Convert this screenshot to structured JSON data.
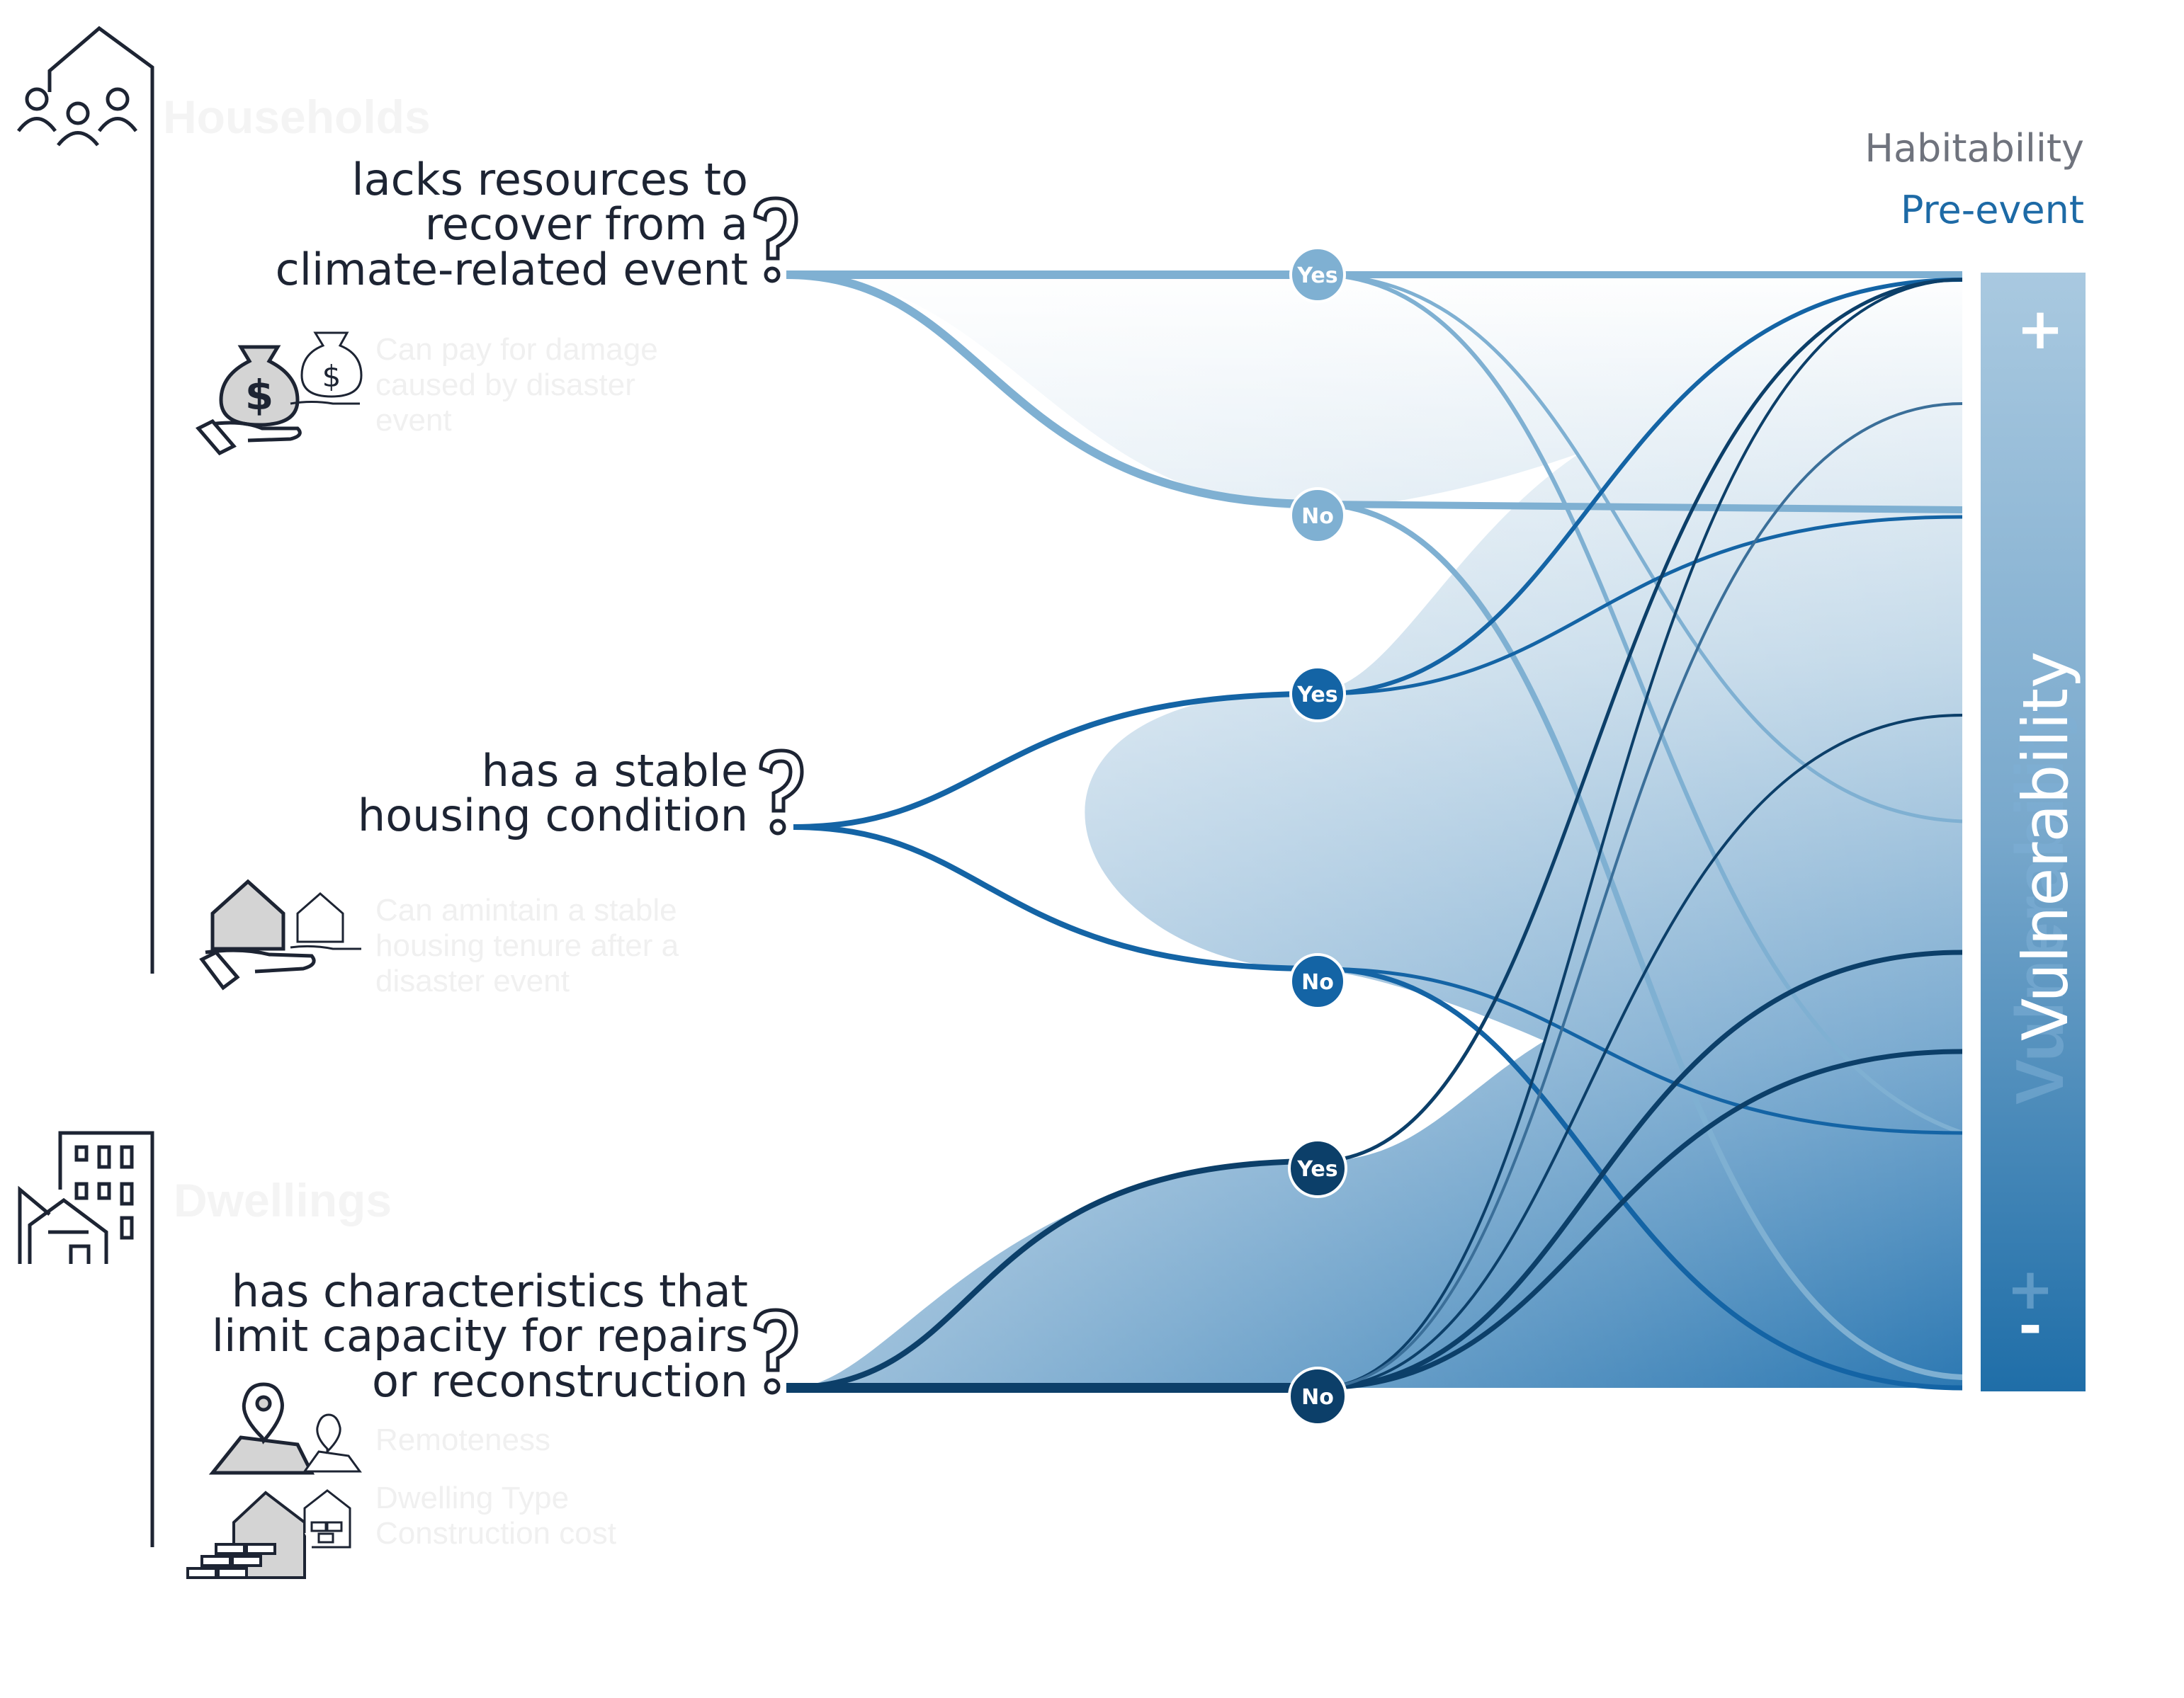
{
  "legend": {
    "habitability": "Habitability",
    "pre_event": "Pre-event"
  },
  "groups": {
    "households": "Households",
    "dwellings": "Dwellings"
  },
  "questions": {
    "q1": [
      "lacks resources to",
      "recover from a",
      "climate-related event"
    ],
    "q2": [
      "has a stable",
      "housing condition"
    ],
    "q3": [
      "has characteristics that",
      "limit capacity for repairs",
      "or reconstruction"
    ]
  },
  "notes": {
    "n1": [
      "Can pay for damage",
      "caused by disaster",
      "event"
    ],
    "n2": [
      "Can amintain a stable",
      "housing  tenure after a",
      "disaster event"
    ],
    "n3": [
      "Remoteness"
    ],
    "n4": [
      "Dwelling Type",
      "Construction cost"
    ]
  },
  "nodes": {
    "yes": "Yes",
    "no": "No"
  },
  "vulnerability": {
    "label": "Vulnerability",
    "ghost": "Vulnerability",
    "plus": "+",
    "minus": "-",
    "plus_ghost": "+"
  },
  "colors": {
    "tier1": "#7fb0d2",
    "tier2": "#1464a5",
    "tier3": "#0c3f69",
    "bar_top": "#a9c9e0",
    "bar_bottom": "#1f6ea8",
    "text": "#1d2433"
  },
  "icons": [
    "house-people-icon",
    "money-bag-hand-icon",
    "house-hand-icon",
    "buildings-icon",
    "map-pin-icon",
    "house-bricks-icon",
    "question-mark-icon"
  ]
}
